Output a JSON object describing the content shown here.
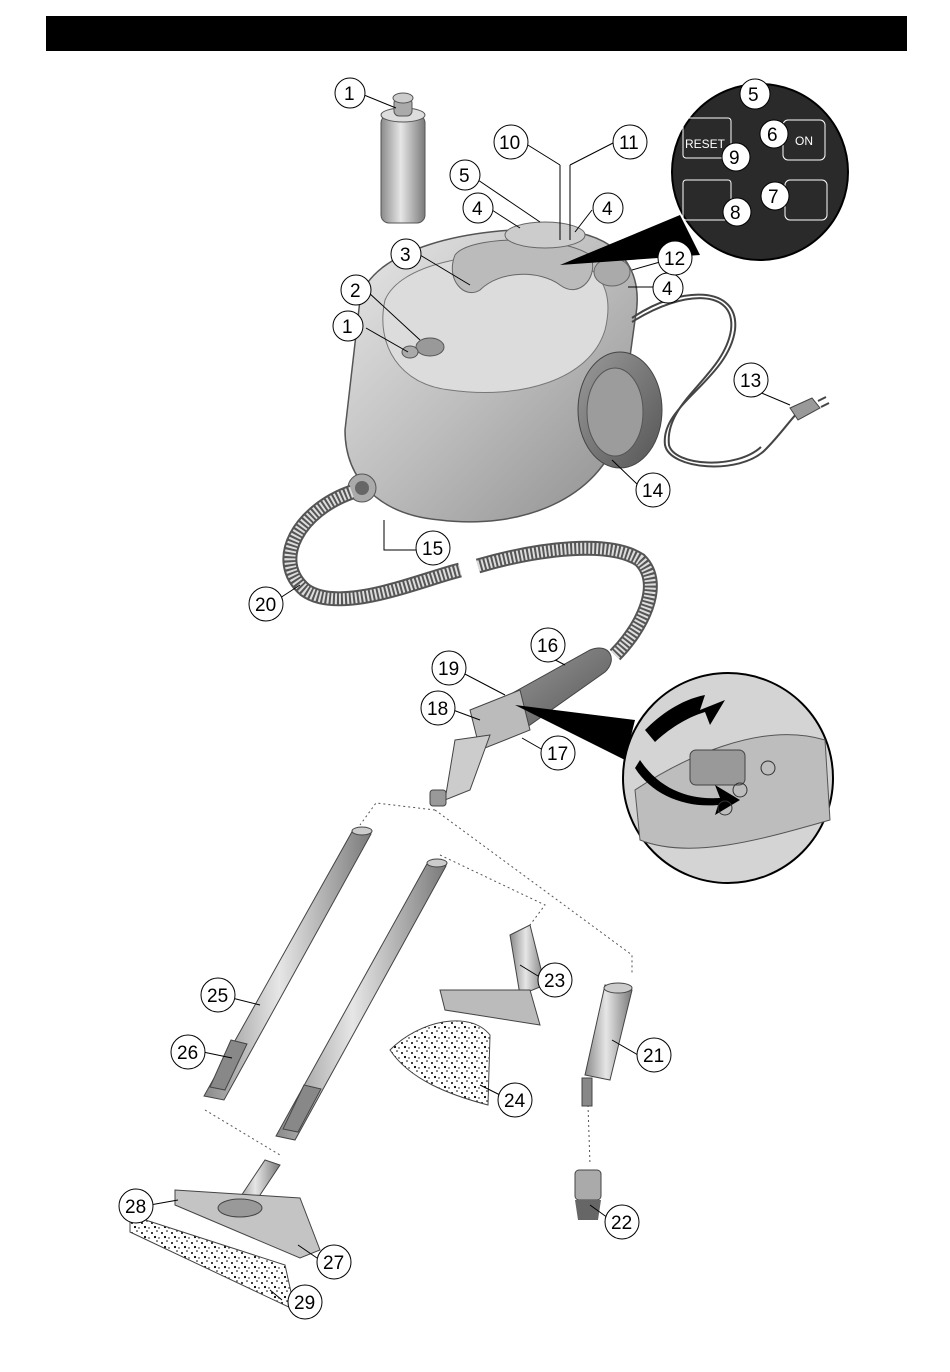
{
  "callouts": [
    "1",
    "1",
    "2",
    "3",
    "4",
    "4",
    "4",
    "5",
    "10",
    "11",
    "12",
    "13",
    "14",
    "15",
    "16",
    "17",
    "18",
    "19",
    "20",
    "21",
    "22",
    "23",
    "24",
    "25",
    "26",
    "27",
    "28",
    "29"
  ],
  "control_panel": {
    "reset_label": "RESET",
    "on_label": "ON",
    "numbers": [
      "5",
      "6",
      "7",
      "8",
      "9"
    ]
  },
  "colors": {
    "header": "#000000",
    "body_grey": "#c8c8c8",
    "panel_dark": "#2a2a2a"
  }
}
